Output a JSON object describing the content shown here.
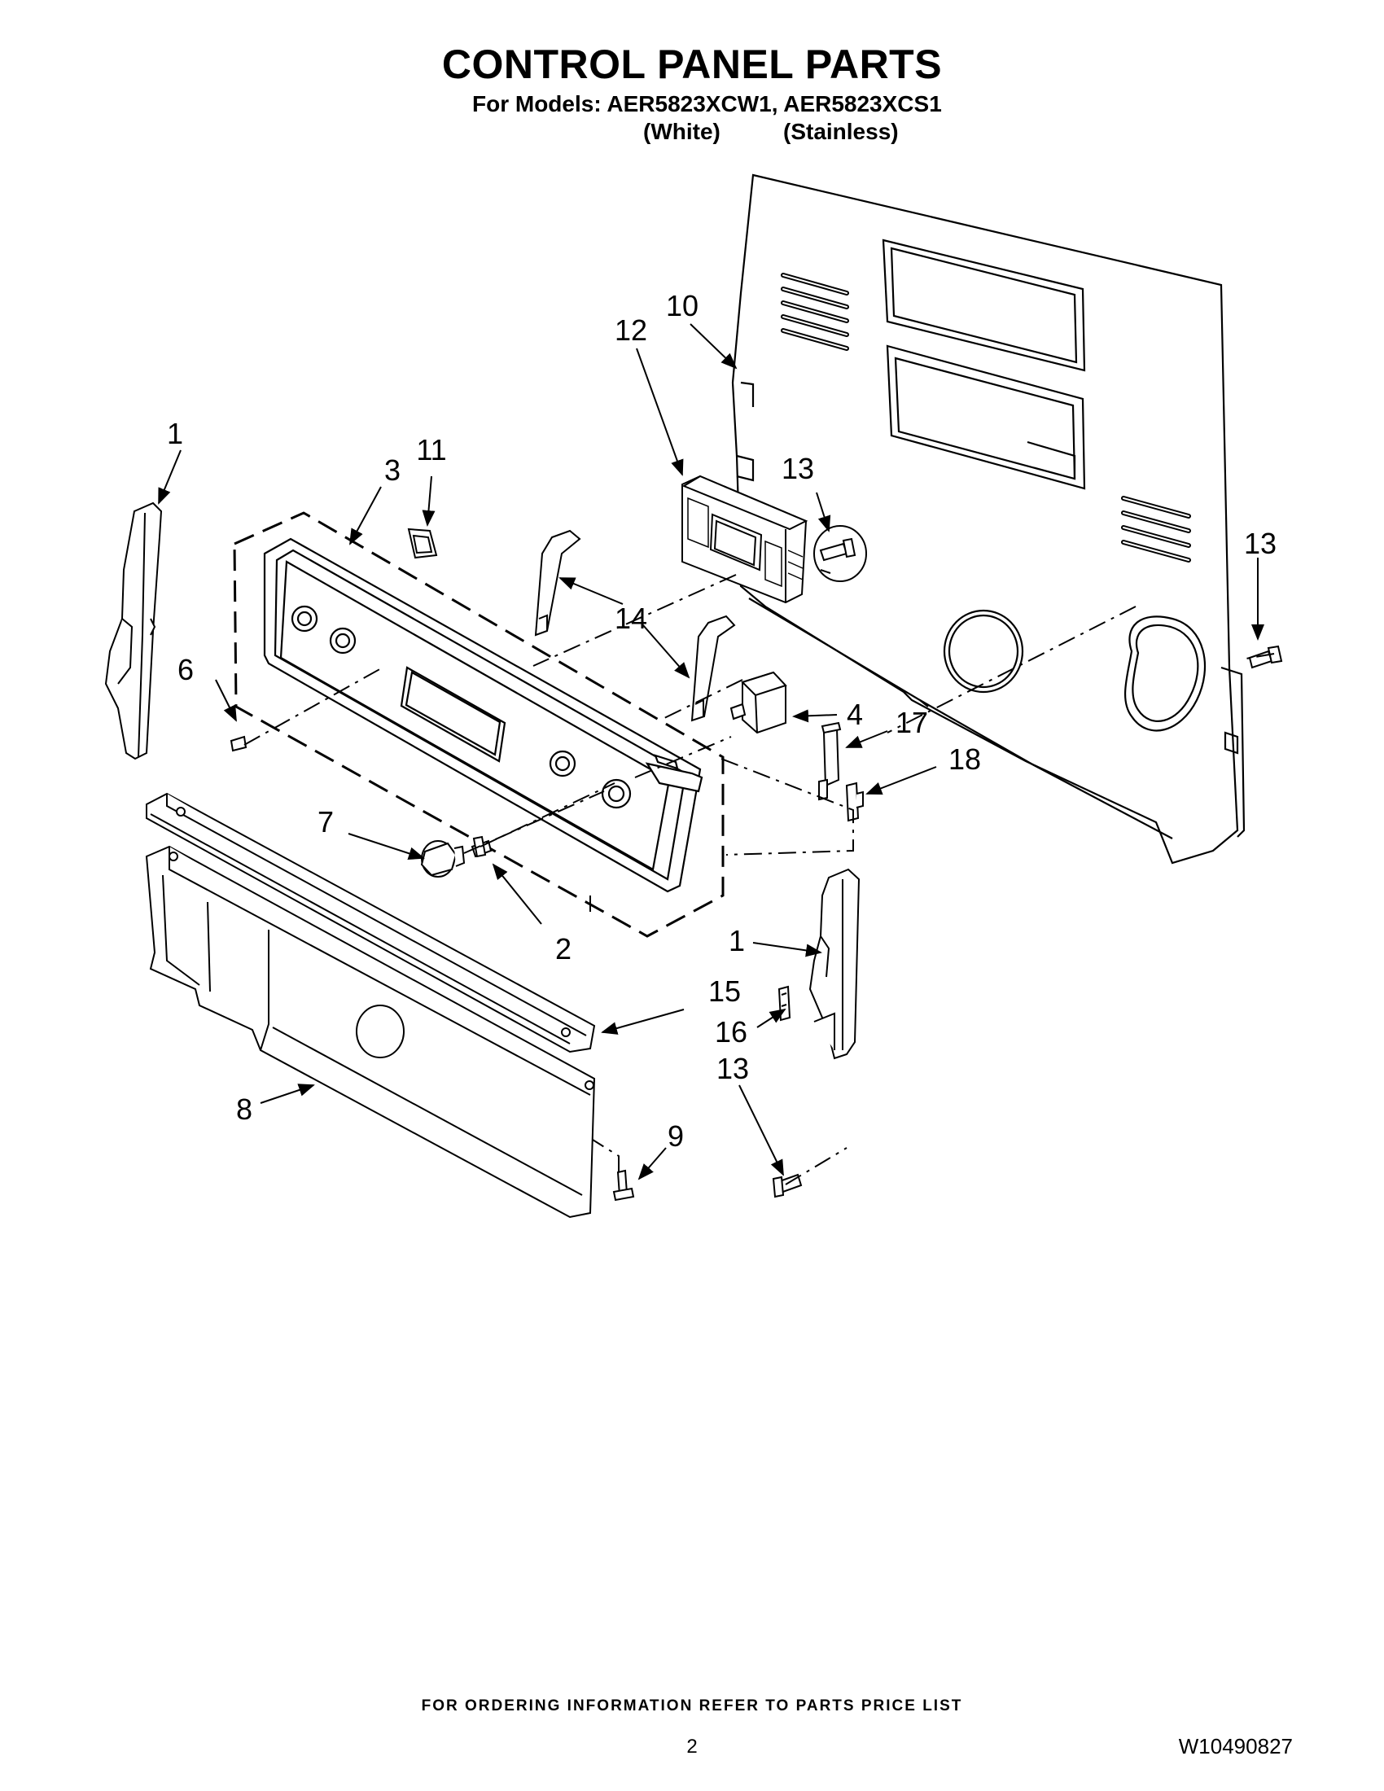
{
  "header": {
    "title": "CONTROL PANEL PARTS",
    "models_line": "For Models: AER5823XCW1, AER5823XCS1",
    "variants": [
      "(White)",
      "(Stainless)"
    ]
  },
  "callouts": [
    {
      "id": "c1a",
      "label": "1"
    },
    {
      "id": "c1b",
      "label": "1"
    },
    {
      "id": "c2",
      "label": "2"
    },
    {
      "id": "c3",
      "label": "3"
    },
    {
      "id": "c4",
      "label": "4"
    },
    {
      "id": "c6",
      "label": "6"
    },
    {
      "id": "c7",
      "label": "7"
    },
    {
      "id": "c8",
      "label": "8"
    },
    {
      "id": "c9",
      "label": "9"
    },
    {
      "id": "c10",
      "label": "10"
    },
    {
      "id": "c11",
      "label": "11"
    },
    {
      "id": "c12",
      "label": "12"
    },
    {
      "id": "c13a",
      "label": "13"
    },
    {
      "id": "c13b",
      "label": "13"
    },
    {
      "id": "c13c",
      "label": "13"
    },
    {
      "id": "c14",
      "label": "14"
    },
    {
      "id": "c15",
      "label": "15"
    },
    {
      "id": "c16",
      "label": "16"
    },
    {
      "id": "c17",
      "label": "17"
    },
    {
      "id": "c18",
      "label": "18"
    }
  ],
  "footer": {
    "ordering_note": "FOR ORDERING INFORMATION REFER TO PARTS PRICE LIST",
    "page_number": "2",
    "document_number": "W10490827"
  }
}
